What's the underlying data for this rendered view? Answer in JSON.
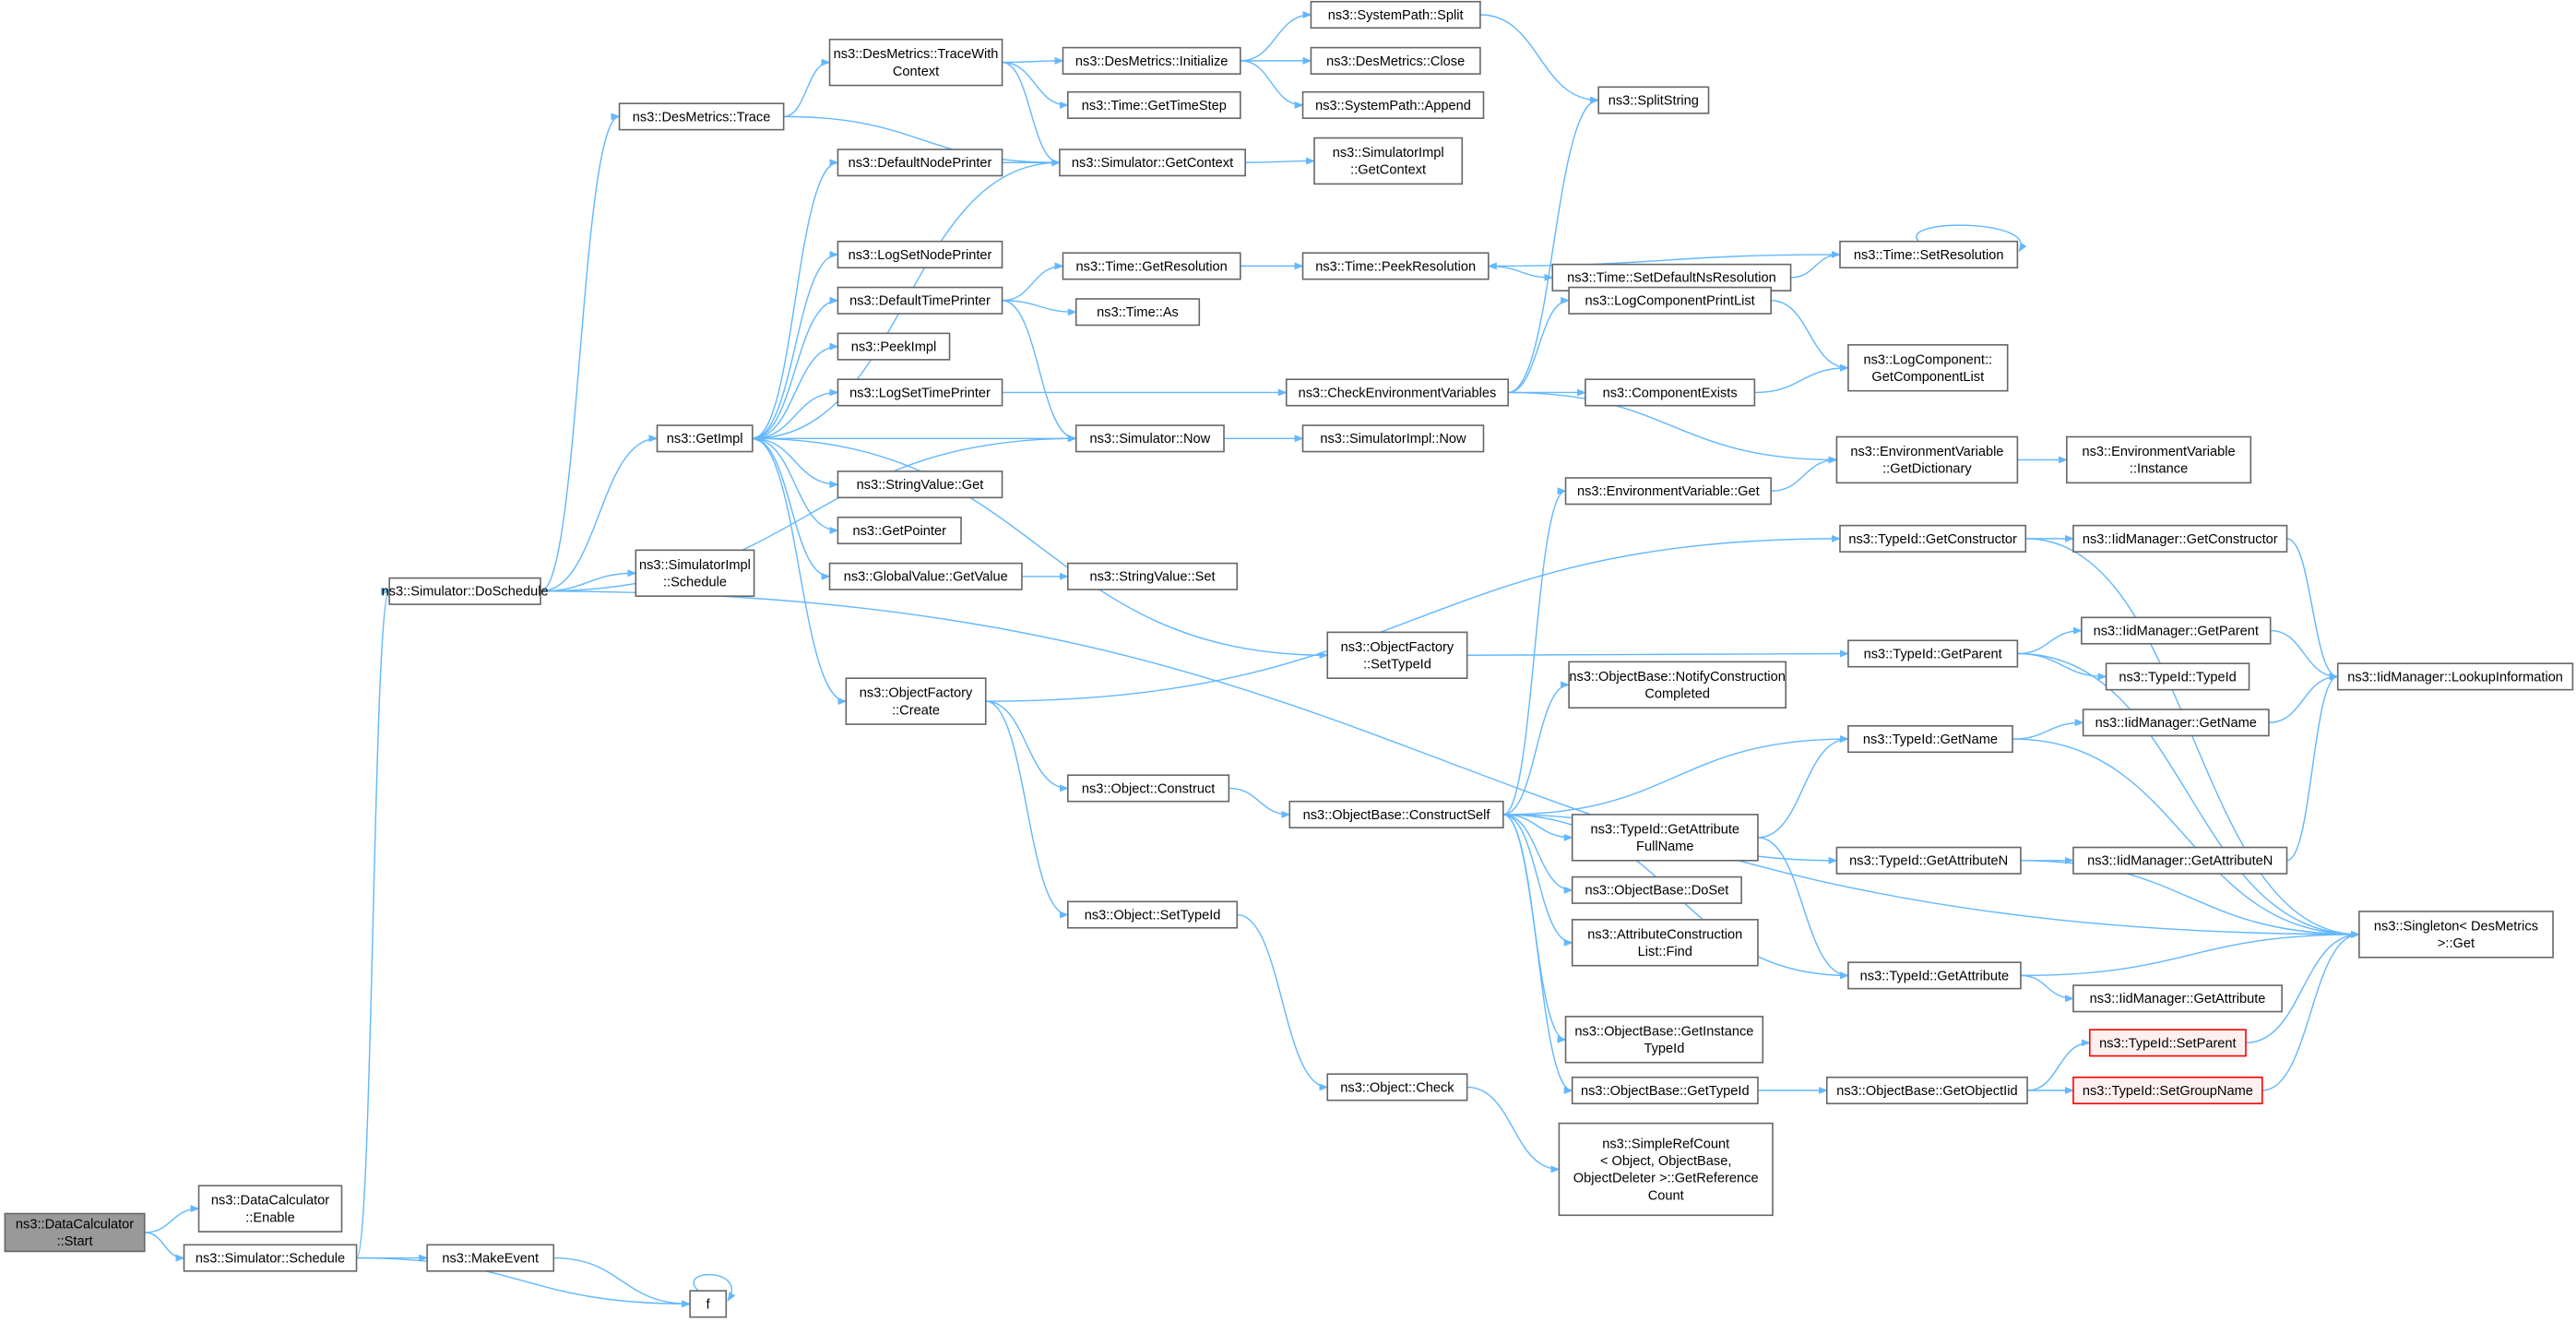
{
  "title": "Call graph of ns3::DataCalculator::Start",
  "colors": {
    "edge": "#63b8ff",
    "root_fill": "#999999",
    "node_border": "#666666",
    "missing_border": "#ff0000",
    "missing_fill": "#fff0f0"
  },
  "nodes": [
    {
      "id": "start",
      "lines": [
        "ns3::DataCalculator",
        "::Start"
      ],
      "style": "root"
    },
    {
      "id": "enable",
      "lines": [
        "ns3::DataCalculator",
        "::Enable"
      ]
    },
    {
      "id": "schedule",
      "lines": [
        "ns3::Simulator::Schedule"
      ]
    },
    {
      "id": "makeevent",
      "lines": [
        "ns3::MakeEvent"
      ]
    },
    {
      "id": "f",
      "lines": [
        "f"
      ]
    },
    {
      "id": "doschedule",
      "lines": [
        "ns3::Simulator::DoSchedule"
      ]
    },
    {
      "id": "simimpl_schedule",
      "lines": [
        "ns3::SimulatorImpl",
        "::Schedule"
      ]
    },
    {
      "id": "destrace",
      "lines": [
        "ns3::DesMetrics::Trace"
      ]
    },
    {
      "id": "getimpl",
      "lines": [
        "ns3::GetImpl"
      ]
    },
    {
      "id": "tracewithcontext",
      "lines": [
        "ns3::DesMetrics::TraceWith",
        "Context"
      ]
    },
    {
      "id": "initialize",
      "lines": [
        "ns3::DesMetrics::Initialize"
      ]
    },
    {
      "id": "gettimestep",
      "lines": [
        "ns3::Time::GetTimeStep"
      ]
    },
    {
      "id": "getcontext",
      "lines": [
        "ns3::Simulator::GetContext"
      ]
    },
    {
      "id": "systempath_split",
      "lines": [
        "ns3::SystemPath::Split"
      ]
    },
    {
      "id": "desmetrics_close",
      "lines": [
        "ns3::DesMetrics::Close"
      ]
    },
    {
      "id": "systempath_append",
      "lines": [
        "ns3::SystemPath::Append"
      ]
    },
    {
      "id": "splitstring",
      "lines": [
        "ns3::SplitString"
      ]
    },
    {
      "id": "simimpl_getcontext",
      "lines": [
        "ns3::SimulatorImpl",
        "::GetContext"
      ]
    },
    {
      "id": "defaultnodeprinter",
      "lines": [
        "ns3::DefaultNodePrinter"
      ]
    },
    {
      "id": "logsetnodeprinter",
      "lines": [
        "ns3::LogSetNodePrinter"
      ]
    },
    {
      "id": "defaulttimeprinter",
      "lines": [
        "ns3::DefaultTimePrinter"
      ]
    },
    {
      "id": "peekimpl",
      "lines": [
        "ns3::PeekImpl"
      ]
    },
    {
      "id": "logsettimeprinter",
      "lines": [
        "ns3::LogSetTimePrinter"
      ]
    },
    {
      "id": "stringvalue_get",
      "lines": [
        "ns3::StringValue::Get"
      ]
    },
    {
      "id": "getpointer",
      "lines": [
        "ns3::GetPointer"
      ]
    },
    {
      "id": "globalvalue_getvalue",
      "lines": [
        "ns3::GlobalValue::GetValue"
      ]
    },
    {
      "id": "objectfactory_create",
      "lines": [
        "ns3::ObjectFactory",
        "::Create"
      ]
    },
    {
      "id": "time_getresolution",
      "lines": [
        "ns3::Time::GetResolution"
      ]
    },
    {
      "id": "time_as",
      "lines": [
        "ns3::Time::As"
      ]
    },
    {
      "id": "simulator_now",
      "lines": [
        "ns3::Simulator::Now"
      ]
    },
    {
      "id": "stringvalue_set",
      "lines": [
        "ns3::StringValue::Set"
      ]
    },
    {
      "id": "object_construct",
      "lines": [
        "ns3::Object::Construct"
      ]
    },
    {
      "id": "object_settypeid",
      "lines": [
        "ns3::Object::SetTypeId"
      ]
    },
    {
      "id": "object_check",
      "lines": [
        "ns3::Object::Check"
      ]
    },
    {
      "id": "time_peekresolution",
      "lines": [
        "ns3::Time::PeekResolution"
      ]
    },
    {
      "id": "checkenv",
      "lines": [
        "ns3::CheckEnvironmentVariables"
      ]
    },
    {
      "id": "simimpl_now",
      "lines": [
        "ns3::SimulatorImpl::Now"
      ]
    },
    {
      "id": "objectfactory_settypeid",
      "lines": [
        "ns3::ObjectFactory",
        "::SetTypeId"
      ]
    },
    {
      "id": "constructself",
      "lines": [
        "ns3::ObjectBase::ConstructSelf"
      ]
    },
    {
      "id": "time_setdefaultnsres",
      "lines": [
        "ns3::Time::SetDefaultNsResolution"
      ]
    },
    {
      "id": "time_setresolution",
      "lines": [
        "ns3::Time::SetResolution"
      ]
    },
    {
      "id": "logcomponentprintlist",
      "lines": [
        "ns3::LogComponentPrintList"
      ]
    },
    {
      "id": "componentexists",
      "lines": [
        "ns3::ComponentExists"
      ]
    },
    {
      "id": "logcomponent_getlist",
      "lines": [
        "ns3::LogComponent::",
        "GetComponentList"
      ]
    },
    {
      "id": "envvar_getdictionary",
      "lines": [
        "ns3::EnvironmentVariable",
        "::GetDictionary"
      ]
    },
    {
      "id": "envvar_instance",
      "lines": [
        "ns3::EnvironmentVariable",
        "::Instance"
      ]
    },
    {
      "id": "envvar_get",
      "lines": [
        "ns3::EnvironmentVariable::Get"
      ]
    },
    {
      "id": "typeid_getconstructor",
      "lines": [
        "ns3::TypeId::GetConstructor"
      ]
    },
    {
      "id": "iidmanager_getconstructor",
      "lines": [
        "ns3::IidManager::GetConstructor"
      ]
    },
    {
      "id": "typeid_getparent",
      "lines": [
        "ns3::TypeId::GetParent"
      ]
    },
    {
      "id": "iidmanager_getparent",
      "lines": [
        "ns3::IidManager::GetParent"
      ]
    },
    {
      "id": "typeid_typeid",
      "lines": [
        "ns3::TypeId::TypeId"
      ]
    },
    {
      "id": "iidmanager_lookup",
      "lines": [
        "ns3::IidManager::LookupInformation"
      ]
    },
    {
      "id": "notifyconstruction",
      "lines": [
        "ns3::ObjectBase::NotifyConstruction",
        "Completed"
      ]
    },
    {
      "id": "typeid_getname",
      "lines": [
        "ns3::TypeId::GetName"
      ]
    },
    {
      "id": "iidmanager_getname",
      "lines": [
        "ns3::IidManager::GetName"
      ]
    },
    {
      "id": "typeid_getattributefullname",
      "lines": [
        "ns3::TypeId::GetAttribute",
        "FullName"
      ]
    },
    {
      "id": "typeid_getattributen",
      "lines": [
        "ns3::TypeId::GetAttributeN"
      ]
    },
    {
      "id": "iidmanager_getattributen",
      "lines": [
        "ns3::IidManager::GetAttributeN"
      ]
    },
    {
      "id": "singleton_get",
      "lines": [
        "ns3::Singleton< DesMetrics",
        ">::Get"
      ]
    },
    {
      "id": "objectbase_doset",
      "lines": [
        "ns3::ObjectBase::DoSet"
      ]
    },
    {
      "id": "attrconstructionlist_find",
      "lines": [
        "ns3::AttributeConstruction",
        "List::Find"
      ]
    },
    {
      "id": "typeid_getattribute",
      "lines": [
        "ns3::TypeId::GetAttribute"
      ]
    },
    {
      "id": "iidmanager_getattribute",
      "lines": [
        "ns3::IidManager::GetAttribute"
      ]
    },
    {
      "id": "getinstancetypeid",
      "lines": [
        "ns3::ObjectBase::GetInstance",
        "TypeId"
      ]
    },
    {
      "id": "objectbase_gettypeid",
      "lines": [
        "ns3::ObjectBase::GetTypeId"
      ]
    },
    {
      "id": "getobjectiid",
      "lines": [
        "ns3::ObjectBase::GetObjectIid"
      ]
    },
    {
      "id": "typeid_setparent",
      "lines": [
        "ns3::TypeId::SetParent"
      ],
      "style": "red"
    },
    {
      "id": "typeid_setgroupname",
      "lines": [
        "ns3::TypeId::SetGroupName"
      ],
      "style": "red"
    },
    {
      "id": "simplerefcount",
      "lines": [
        "ns3::SimpleRefCount",
        "< Object, ObjectBase,",
        "ObjectDeleter >::GetReference",
        "Count"
      ]
    }
  ],
  "edges": [
    [
      "start",
      "enable"
    ],
    [
      "start",
      "schedule"
    ],
    [
      "schedule",
      "makeevent"
    ],
    [
      "schedule",
      "f"
    ],
    [
      "makeevent",
      "f"
    ],
    [
      "f",
      "f"
    ],
    [
      "schedule",
      "doschedule"
    ],
    [
      "doschedule",
      "destrace"
    ],
    [
      "doschedule",
      "getimpl"
    ],
    [
      "doschedule",
      "simimpl_schedule"
    ],
    [
      "doschedule",
      "simulator_now"
    ],
    [
      "doschedule",
      "singleton_get"
    ],
    [
      "destrace",
      "tracewithcontext"
    ],
    [
      "destrace",
      "getcontext"
    ],
    [
      "tracewithcontext",
      "initialize"
    ],
    [
      "tracewithcontext",
      "gettimestep"
    ],
    [
      "tracewithcontext",
      "getcontext"
    ],
    [
      "initialize",
      "systempath_split"
    ],
    [
      "initialize",
      "desmetrics_close"
    ],
    [
      "initialize",
      "systempath_append"
    ],
    [
      "systempath_split",
      "splitstring"
    ],
    [
      "getcontext",
      "simimpl_getcontext"
    ],
    [
      "getcontext",
      "getimpl"
    ],
    [
      "getimpl",
      "defaultnodeprinter"
    ],
    [
      "getimpl",
      "logsetnodeprinter"
    ],
    [
      "getimpl",
      "defaulttimeprinter"
    ],
    [
      "getimpl",
      "peekimpl"
    ],
    [
      "getimpl",
      "logsettimeprinter"
    ],
    [
      "getimpl",
      "stringvalue_get"
    ],
    [
      "getimpl",
      "getpointer"
    ],
    [
      "getimpl",
      "globalvalue_getvalue"
    ],
    [
      "getimpl",
      "objectfactory_create"
    ],
    [
      "getimpl",
      "objectfactory_settypeid"
    ],
    [
      "defaultnodeprinter",
      "getcontext"
    ],
    [
      "defaulttimeprinter",
      "time_getresolution"
    ],
    [
      "defaulttimeprinter",
      "time_as"
    ],
    [
      "defaulttimeprinter",
      "simulator_now"
    ],
    [
      "logsettimeprinter",
      "checkenv"
    ],
    [
      "globalvalue_getvalue",
      "stringvalue_set"
    ],
    [
      "simulator_now",
      "getimpl"
    ],
    [
      "simulator_now",
      "simimpl_now"
    ],
    [
      "time_getresolution",
      "time_peekresolution"
    ],
    [
      "time_peekresolution",
      "time_setdefaultnsres"
    ],
    [
      "time_setdefaultnsres",
      "time_setresolution"
    ],
    [
      "time_setresolution",
      "time_peekresolution"
    ],
    [
      "time_setresolution",
      "time_setresolution"
    ],
    [
      "checkenv",
      "splitstring"
    ],
    [
      "checkenv",
      "logcomponentprintlist"
    ],
    [
      "checkenv",
      "componentexists"
    ],
    [
      "checkenv",
      "envvar_getdictionary"
    ],
    [
      "logcomponentprintlist",
      "logcomponent_getlist"
    ],
    [
      "componentexists",
      "logcomponent_getlist"
    ],
    [
      "envvar_getdictionary",
      "envvar_instance"
    ],
    [
      "envvar_get",
      "envvar_getdictionary"
    ],
    [
      "objectfactory_create",
      "typeid_getconstructor"
    ],
    [
      "objectfactory_create",
      "object_construct"
    ],
    [
      "objectfactory_create",
      "object_settypeid"
    ],
    [
      "objectfactory_settypeid",
      "typeid_getparent"
    ],
    [
      "typeid_getconstructor",
      "iidmanager_getconstructor"
    ],
    [
      "typeid_getconstructor",
      "singleton_get"
    ],
    [
      "iidmanager_getconstructor",
      "iidmanager_lookup"
    ],
    [
      "typeid_getparent",
      "iidmanager_getparent"
    ],
    [
      "typeid_getparent",
      "typeid_typeid"
    ],
    [
      "typeid_getparent",
      "singleton_get"
    ],
    [
      "iidmanager_getparent",
      "iidmanager_lookup"
    ],
    [
      "iidmanager_getname",
      "iidmanager_lookup"
    ],
    [
      "iidmanager_getattributen",
      "iidmanager_lookup"
    ],
    [
      "typeid_getname",
      "iidmanager_getname"
    ],
    [
      "typeid_getname",
      "singleton_get"
    ],
    [
      "object_construct",
      "constructself"
    ],
    [
      "object_settypeid",
      "object_check"
    ],
    [
      "object_check",
      "simplerefcount"
    ],
    [
      "constructself",
      "envvar_get"
    ],
    [
      "constructself",
      "notifyconstruction"
    ],
    [
      "constructself",
      "typeid_getname"
    ],
    [
      "constructself",
      "typeid_getattributefullname"
    ],
    [
      "constructself",
      "typeid_getattributen"
    ],
    [
      "constructself",
      "objectbase_doset"
    ],
    [
      "constructself",
      "attrconstructionlist_find"
    ],
    [
      "constructself",
      "typeid_getattribute"
    ],
    [
      "constructself",
      "getinstancetypeid"
    ],
    [
      "constructself",
      "objectbase_gettypeid"
    ],
    [
      "typeid_getattributefullname",
      "typeid_getname"
    ],
    [
      "typeid_getattributefullname",
      "typeid_getattribute"
    ],
    [
      "typeid_getattributen",
      "iidmanager_getattributen"
    ],
    [
      "typeid_getattributen",
      "singleton_get"
    ],
    [
      "typeid_getattribute",
      "singleton_get"
    ],
    [
      "typeid_getattribute",
      "iidmanager_getattribute"
    ],
    [
      "objectbase_gettypeid",
      "getobjectiid"
    ],
    [
      "getobjectiid",
      "typeid_setparent"
    ],
    [
      "getobjectiid",
      "typeid_setgroupname"
    ],
    [
      "typeid_setparent",
      "singleton_get"
    ],
    [
      "typeid_setgroupname",
      "singleton_get"
    ]
  ]
}
